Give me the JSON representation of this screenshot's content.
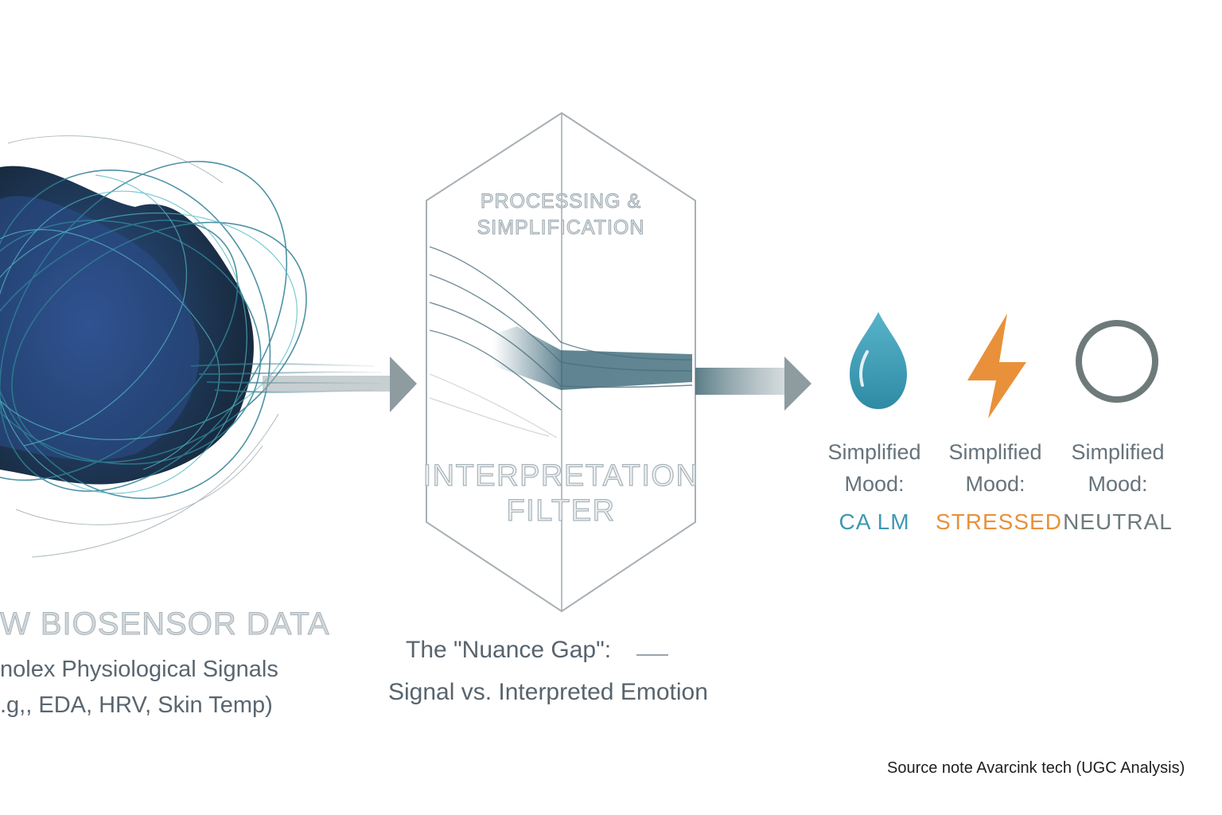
{
  "source": {
    "title": "W BIOSENSOR DATA",
    "line1": "nolex Physiological Signals",
    "line2": ".g,, EDA, HRV, Skin Temp)"
  },
  "filter": {
    "top_line1": "PROCESSING &",
    "top_line2": "SIMPLIFICATION",
    "main_line1": "INTERPRETATION",
    "main_line2": "FILTER"
  },
  "moods": [
    {
      "label_line1": "Simplified",
      "label_line2": "Mood:",
      "value": "CA LM",
      "icon": "water-drop-icon",
      "color": "#3f98b2"
    },
    {
      "label_line1": "Simplified",
      "label_line2": "Mood:",
      "value": "STRESSED",
      "icon": "lightning-bolt-icon",
      "color": "#e8913a"
    },
    {
      "label_line1": "Simplified",
      "label_line2": "Mood:",
      "value": "NEUTRAL",
      "icon": "circle-icon",
      "color": "#6e7a7a"
    }
  ],
  "gap": {
    "title": "The \"Nuance Gap\":",
    "subtitle": "Signal vs. Interpreted Emotion"
  },
  "source_note": "Source note  Avarcink tech (UGC Analysis)",
  "colors": {
    "arrow": "#8e9ba1",
    "filter_outline": "#a7b0b5",
    "blob_dark": "#0f2a45",
    "blob_teal": "#2a8fa6"
  }
}
